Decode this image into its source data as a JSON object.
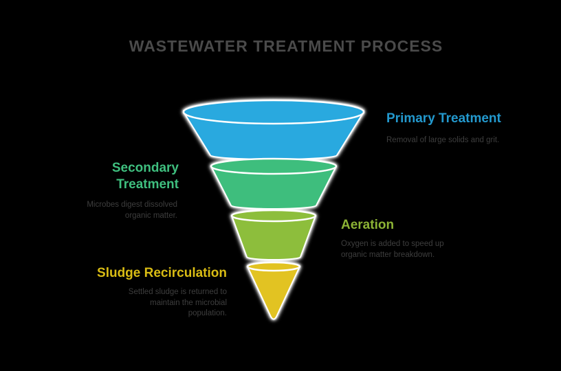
{
  "title": "Wastewater Treatment Process",
  "stages": [
    {
      "label": "Primary Treatment",
      "description": "Removal of large solids and grit.",
      "label_color": "#2399CE",
      "fill": "#29A9DF",
      "side": "right"
    },
    {
      "label": "Secondary Treatment",
      "description": "Microbes digest dissolved organic matter.",
      "label_color": "#3FBF7F",
      "fill": "#3EBE7D",
      "side": "left"
    },
    {
      "label": "Aeration",
      "description": "Oxygen is added to speed up organic matter breakdown.",
      "label_color": "#8CB335",
      "fill": "#8DBE3C",
      "side": "right"
    },
    {
      "label": "Sludge Recirculation",
      "description": "Settled sludge is returned to maintain the microbial population.",
      "label_color": "#D9BC14",
      "fill": "#E2C322",
      "side": "left"
    }
  ],
  "colors": {
    "background": "#000000",
    "title_text": "#4A4A4A",
    "description_text": "#3E3E3E",
    "funnel_outline": "#FFFFFF"
  }
}
